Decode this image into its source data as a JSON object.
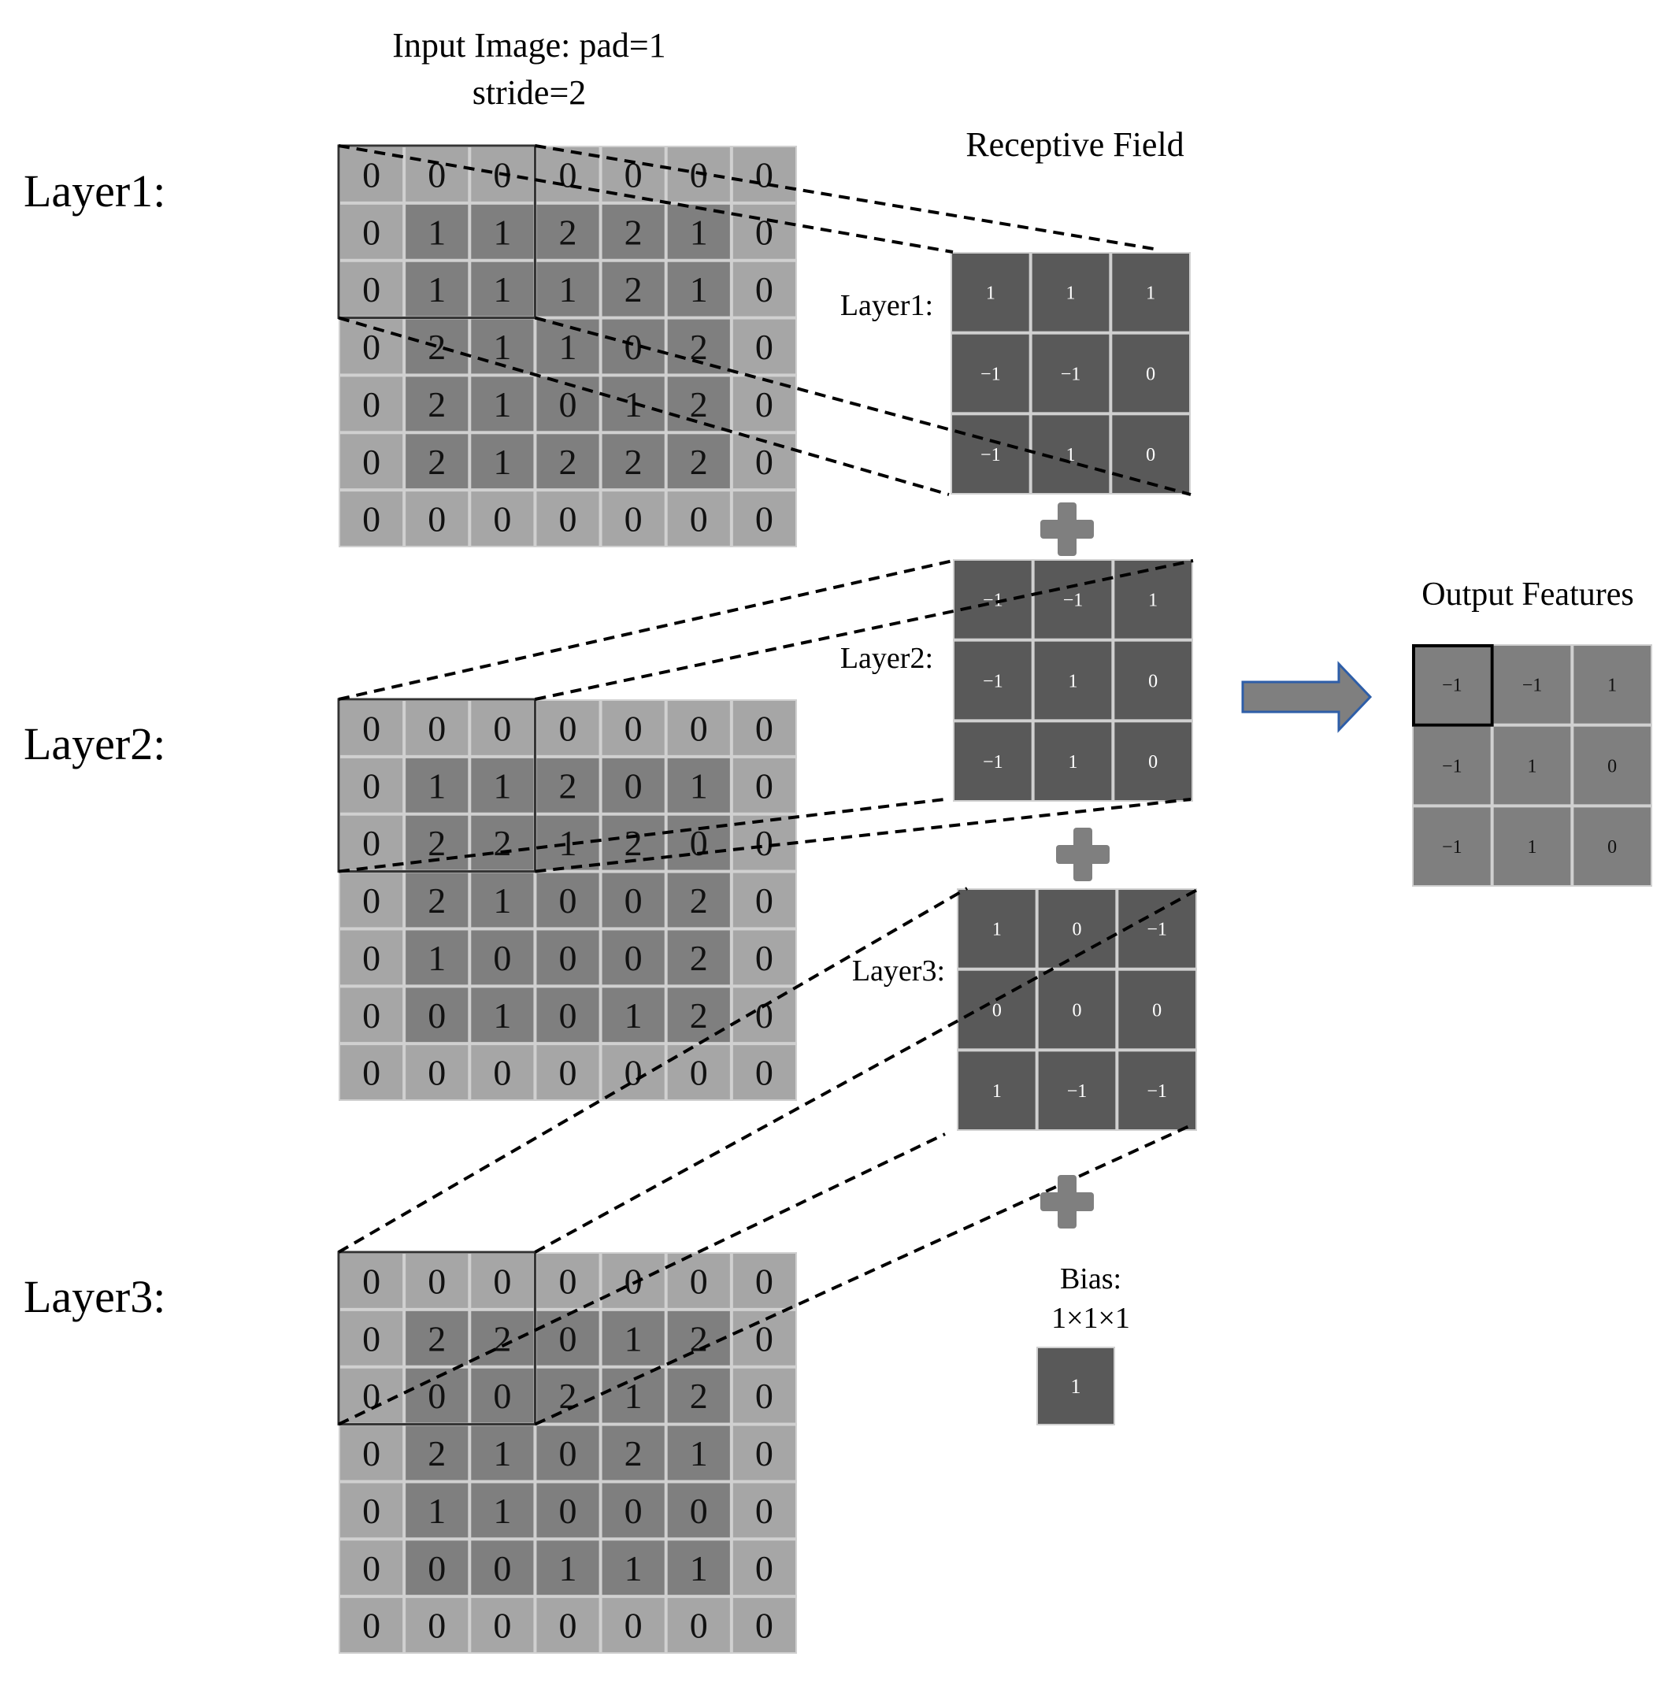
{
  "header": {
    "title_line1": "Input Image: pad=1",
    "title_line2": "stride=2",
    "receptive_title": "Receptive Field",
    "output_title": "Output Features"
  },
  "colors": {
    "pad_cell": "#a6a6a6",
    "input_cell": "#7f7f7f",
    "kernel_cell": "#595959",
    "output_cell": "#7f7f7f",
    "grid_line": "#d0d0d0",
    "arrow_fill": "#7f7f7f",
    "arrow_stroke": "#2e5ea8",
    "plus_fill": "#7f7f7f"
  },
  "input_layers": [
    {
      "label": "Layer1:",
      "grid": [
        [
          "0",
          "0",
          "0",
          "0",
          "0",
          "0",
          "0"
        ],
        [
          "0",
          "1",
          "1",
          "2",
          "2",
          "1",
          "0"
        ],
        [
          "0",
          "1",
          "1",
          "1",
          "2",
          "1",
          "0"
        ],
        [
          "0",
          "2",
          "1",
          "1",
          "0",
          "2",
          "0"
        ],
        [
          "0",
          "2",
          "1",
          "0",
          "1",
          "2",
          "0"
        ],
        [
          "0",
          "2",
          "1",
          "2",
          "2",
          "2",
          "0"
        ],
        [
          "0",
          "0",
          "0",
          "0",
          "0",
          "0",
          "0"
        ]
      ]
    },
    {
      "label": "Layer2:",
      "grid": [
        [
          "0",
          "0",
          "0",
          "0",
          "0",
          "0",
          "0"
        ],
        [
          "0",
          "1",
          "1",
          "2",
          "0",
          "1",
          "0"
        ],
        [
          "0",
          "2",
          "2",
          "1",
          "2",
          "0",
          "0"
        ],
        [
          "0",
          "2",
          "1",
          "0",
          "0",
          "2",
          "0"
        ],
        [
          "0",
          "1",
          "0",
          "0",
          "0",
          "2",
          "0"
        ],
        [
          "0",
          "0",
          "1",
          "0",
          "1",
          "2",
          "0"
        ],
        [
          "0",
          "0",
          "0",
          "0",
          "0",
          "0",
          "0"
        ]
      ]
    },
    {
      "label": "Layer3:",
      "grid": [
        [
          "0",
          "0",
          "0",
          "0",
          "0",
          "0",
          "0"
        ],
        [
          "0",
          "2",
          "2",
          "0",
          "1",
          "2",
          "0"
        ],
        [
          "0",
          "0",
          "0",
          "2",
          "1",
          "2",
          "0"
        ],
        [
          "0",
          "2",
          "1",
          "0",
          "2",
          "1",
          "0"
        ],
        [
          "0",
          "1",
          "1",
          "0",
          "0",
          "0",
          "0"
        ],
        [
          "0",
          "0",
          "0",
          "1",
          "1",
          "1",
          "0"
        ],
        [
          "0",
          "0",
          "0",
          "0",
          "0",
          "0",
          "0"
        ]
      ]
    }
  ],
  "kernels": [
    {
      "label": "Layer1:",
      "grid": [
        [
          "1",
          "1",
          "1"
        ],
        [
          "−1",
          "−1",
          "0"
        ],
        [
          "−1",
          "1",
          "0"
        ]
      ]
    },
    {
      "label": "Layer2:",
      "grid": [
        [
          "−1",
          "−1",
          "1"
        ],
        [
          "−1",
          "1",
          "0"
        ],
        [
          "−1",
          "1",
          "0"
        ]
      ]
    },
    {
      "label": "Layer3:",
      "grid": [
        [
          "1",
          "0",
          "−1"
        ],
        [
          "0",
          "0",
          "0"
        ],
        [
          "1",
          "−1",
          "−1"
        ]
      ]
    }
  ],
  "bias": {
    "label_line1": "Bias:",
    "label_line2": "1×1×1",
    "value": "1"
  },
  "output": {
    "grid": [
      [
        "−1",
        "−1",
        "1"
      ],
      [
        "−1",
        "1",
        "0"
      ],
      [
        "−1",
        "1",
        "0"
      ]
    ]
  }
}
